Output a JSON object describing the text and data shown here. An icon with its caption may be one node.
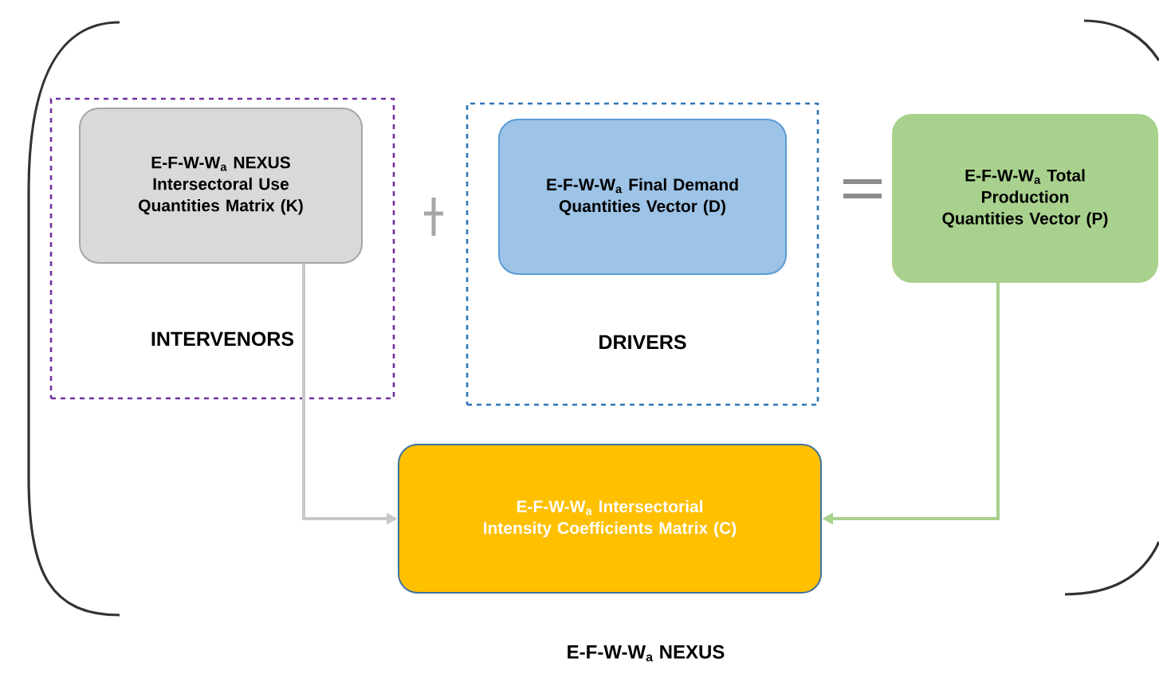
{
  "diagram": {
    "caption": "E-F-W-W$_{a}$ NEXUS",
    "nodes": [
      {
        "text": [
          "INTERVENORS"
        ]
      },
      {
        "text": [
          "E-F-W-W$_{a}$ NEXUS Intersectoral Use Quantities Matrix (K)"
        ],
        "in": 0
      },
      {
        "text": [
          "DRIVERS"
        ]
      },
      {
        "text": [
          "E-F-W-W$_{a}$ Final Demand Quantities Vector (D)"
        ],
        "in": 2
      },
      {
        "text": [
          "E-F-W-W$_{a}$ Total Production Quantities Vector (P)"
        ]
      },
      {
        "text": [
          "E-F-W-W$_{a}$ Intersectorial Intensity Coefficients Matrix (C)"
        ]
      }
    ],
    "edges": [
      {
        "from": 1,
        "to": 5,
        "arrow": "to",
        "color": "#c8c8c8"
      },
      {
        "from": 4,
        "to": 5,
        "arrow": "to",
        "color": "#a9d18e"
      }
    ]
  }
}
